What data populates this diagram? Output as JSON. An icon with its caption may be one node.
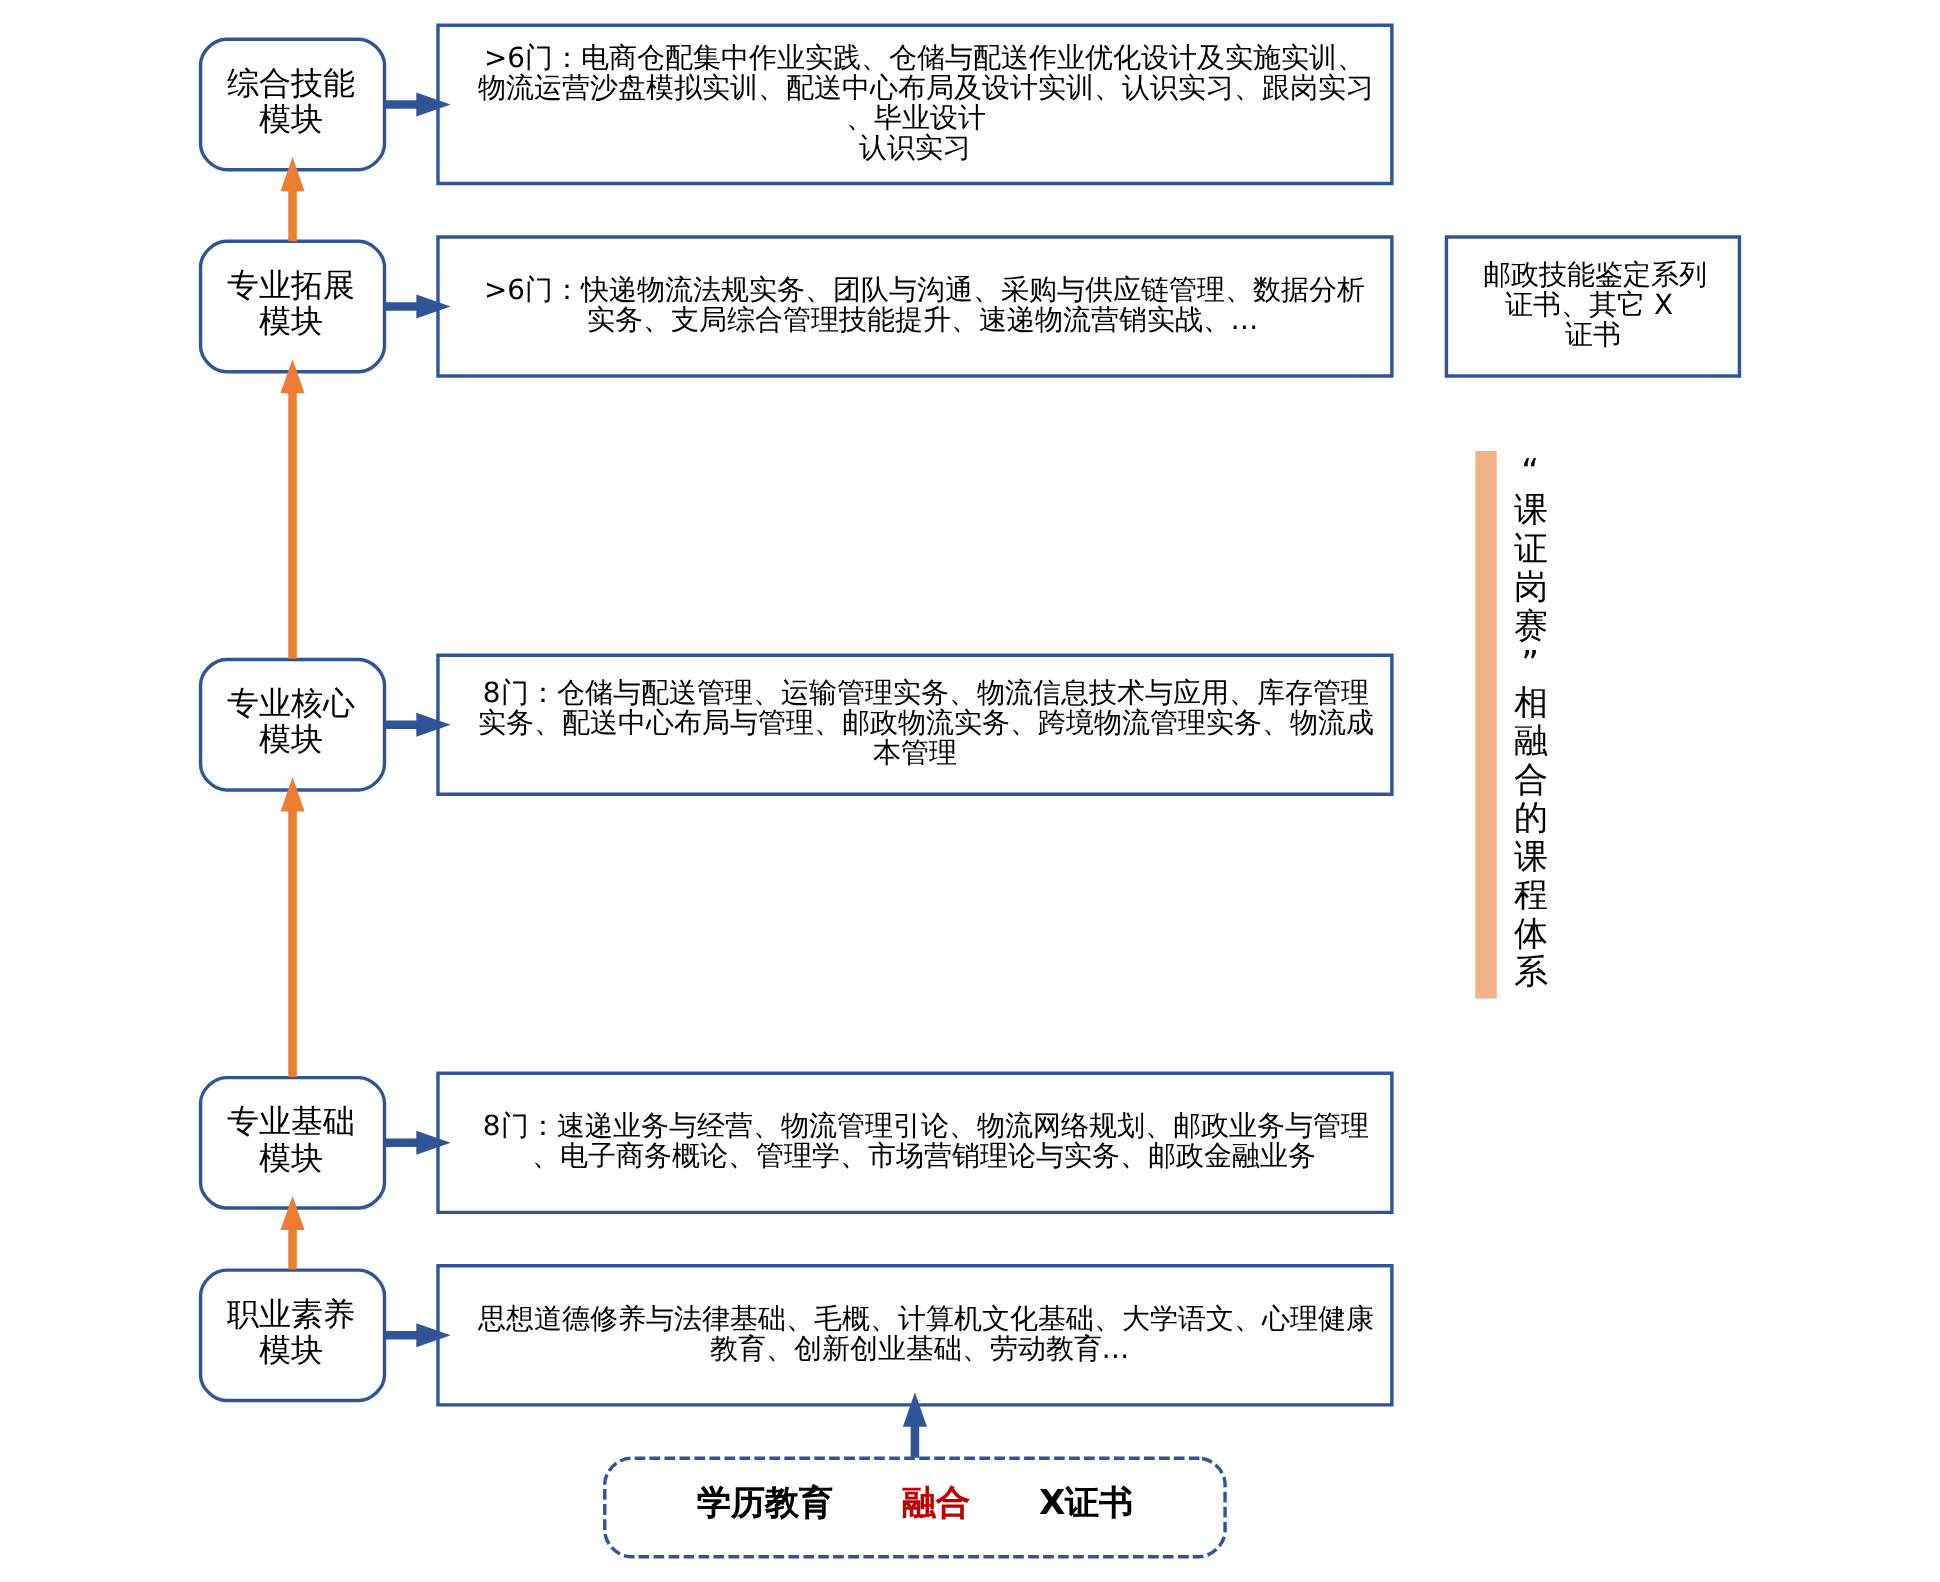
{
  "diagram": {
    "nodes": [
      {
        "text": [
          "综合技能模块"
        ]
      },
      {
        "text": [
          ">6门：电商仓配集中作业实践、仓储与配送作业优化设计及实施实训、物流运营沙盘模拟实训、配送中心布局及设计实训、认识实习、跟岗实习、毕业设计",
          "认识实习"
        ]
      },
      {
        "text": [
          "专业拓展模块"
        ]
      },
      {
        "text": [
          ">6门：快递物流法规实务、团队与沟通、采购与供应链管理、数据分析实务、支局综合管理技能提升、速递物流营销实战、…"
        ]
      },
      {
        "text": [
          "邮政技能鉴定系列证书、其它 X 证书"
        ]
      },
      {
        "text": [
          "专业核心模块"
        ]
      },
      {
        "text": [
          "8门：仓储与配送管理、运输管理实务、物流信息技术与应用、库存管理实务、配送中心布局与管理、邮政物流实务、跨境物流管理实务、物流成本管理"
        ]
      },
      {
        "text": [
          "专业基础模块"
        ]
      },
      {
        "text": [
          "8门：速递业务与经营、物流管理引论、物流网络规划、邮政业务与管理、电子商务概论、管理学、市场营销理论与实务、邮政金融业务"
        ]
      },
      {
        "text": [
          "职业素养模块"
        ]
      },
      {
        "text": [
          "思想道德修养与法律基础、毛概、计算机文化基础、大学语文、心理健康教育、创新创业基础、劳动教育…"
        ]
      },
      {
        "text": [
          "学历教育",
          "融合",
          "X证书"
        ]
      }
    ],
    "edges": [
      {
        "from": 9,
        "to": 7,
        "arrow": "to",
        "color": "#ed7d31"
      },
      {
        "from": 7,
        "to": 5,
        "arrow": "to",
        "color": "#ed7d31"
      },
      {
        "from": 5,
        "to": 2,
        "arrow": "to",
        "color": "#ed7d31"
      },
      {
        "from": 2,
        "to": 0,
        "arrow": "to",
        "color": "#ed7d31"
      },
      {
        "from": 0,
        "to": 1,
        "arrow": "to"
      },
      {
        "from": 2,
        "to": 3,
        "arrow": "to"
      },
      {
        "from": 5,
        "to": 6,
        "arrow": "to"
      },
      {
        "from": 7,
        "to": 8,
        "arrow": "to"
      },
      {
        "from": 9,
        "to": 10,
        "arrow": "to"
      },
      {
        "from": 11,
        "to": 10,
        "arrow": "to"
      }
    ],
    "labels": [
      "“课证岗赛”相融合的课程体系"
    ]
  }
}
